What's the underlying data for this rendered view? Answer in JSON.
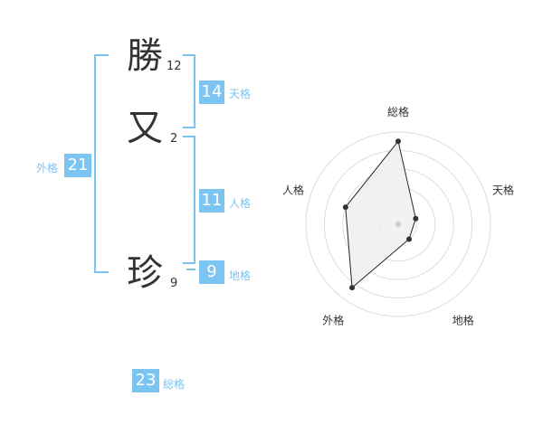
{
  "name": {
    "chars": [
      {
        "char": "勝",
        "strokes": "12"
      },
      {
        "char": "又",
        "strokes": "2"
      },
      {
        "char": "珍",
        "strokes": "9"
      }
    ]
  },
  "kakaku": {
    "tenkaku": {
      "label": "天格",
      "value": "14"
    },
    "jinkaku": {
      "label": "人格",
      "value": "11"
    },
    "chikaku": {
      "label": "地格",
      "value": "9"
    },
    "gaikaku": {
      "label": "外格",
      "value": "21"
    },
    "soukaku": {
      "label": "総格",
      "value": "23"
    }
  },
  "colors": {
    "accent": "#7cc4f2",
    "text": "#333333",
    "radar_fill": "#eeeeee"
  },
  "chart_data": {
    "type": "radar",
    "axes": [
      "総格",
      "天格",
      "地格",
      "外格",
      "人格"
    ],
    "values": [
      0.9,
      0.2,
      0.2,
      0.85,
      0.6
    ],
    "rings": 5,
    "range": [
      0,
      1
    ]
  }
}
